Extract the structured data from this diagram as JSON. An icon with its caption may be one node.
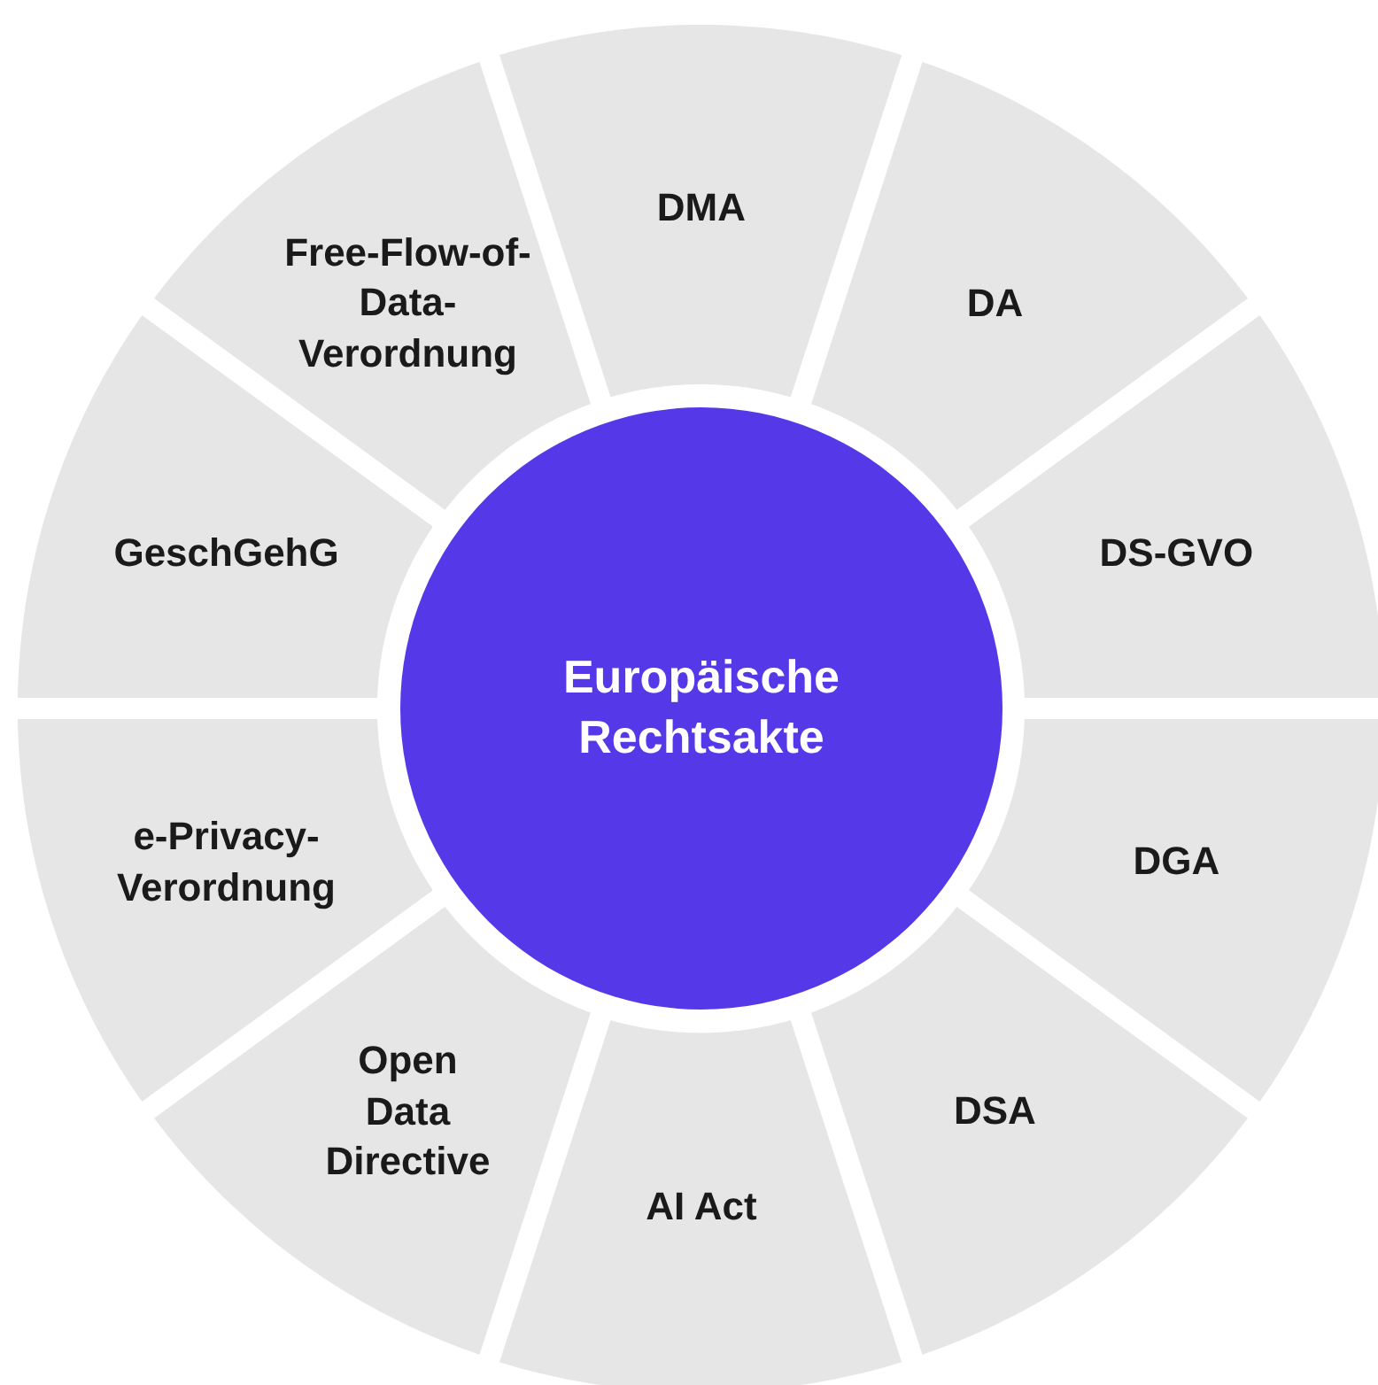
{
  "diagram": {
    "nodes": [
      {
        "text": [
          "Europäische Rechtsakte"
        ]
      },
      {
        "text": [
          "DMA"
        ]
      },
      {
        "text": [
          "DA"
        ]
      },
      {
        "text": [
          "DS-GVO"
        ]
      },
      {
        "text": [
          "DGA"
        ]
      },
      {
        "text": [
          "DSA"
        ]
      },
      {
        "text": [
          "AI Act"
        ]
      },
      {
        "text": [
          "Open Data Directive"
        ]
      },
      {
        "text": [
          "e-Privacy-Verordnung"
        ]
      },
      {
        "text": [
          "GeschGehG"
        ]
      },
      {
        "text": [
          "Free-Flow-of-Data-Verordnung"
        ]
      }
    ]
  }
}
